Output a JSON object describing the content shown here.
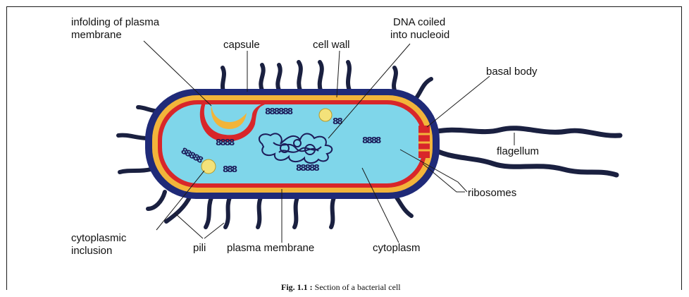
{
  "diagram": {
    "labels": {
      "infolding": [
        "infolding of plasma",
        "membrane"
      ],
      "capsule": "capsule",
      "cell_wall": "cell wall",
      "dna": [
        "DNA coiled",
        "into nucleoid"
      ],
      "basal_body": "basal body",
      "flagellum": "flagellum",
      "ribosomes": "ribosomes",
      "cytoplasm": "cytoplasm",
      "plasma_membrane": "plasma membrane",
      "pili": "pili",
      "cytoplasmic_inclusion": [
        "cytoplasmic",
        "inclusion"
      ]
    },
    "ribosome_clusters": [
      "888888",
      "88",
      "8888",
      "8888",
      "888",
      "88888",
      "88888"
    ],
    "caption": {
      "bold": "Fig. 1.1 :",
      "text": " Section of a bacterial cell"
    },
    "colors": {
      "capsule": "#1f2a78",
      "cell_wall": "#f2b43a",
      "plasma_membrane": "#d8262a",
      "cytoplasm": "#7fd6ea",
      "nucleoid": "#1c1c5a",
      "inclusion": "#f3e27a",
      "pili": "#1a2040"
    }
  }
}
